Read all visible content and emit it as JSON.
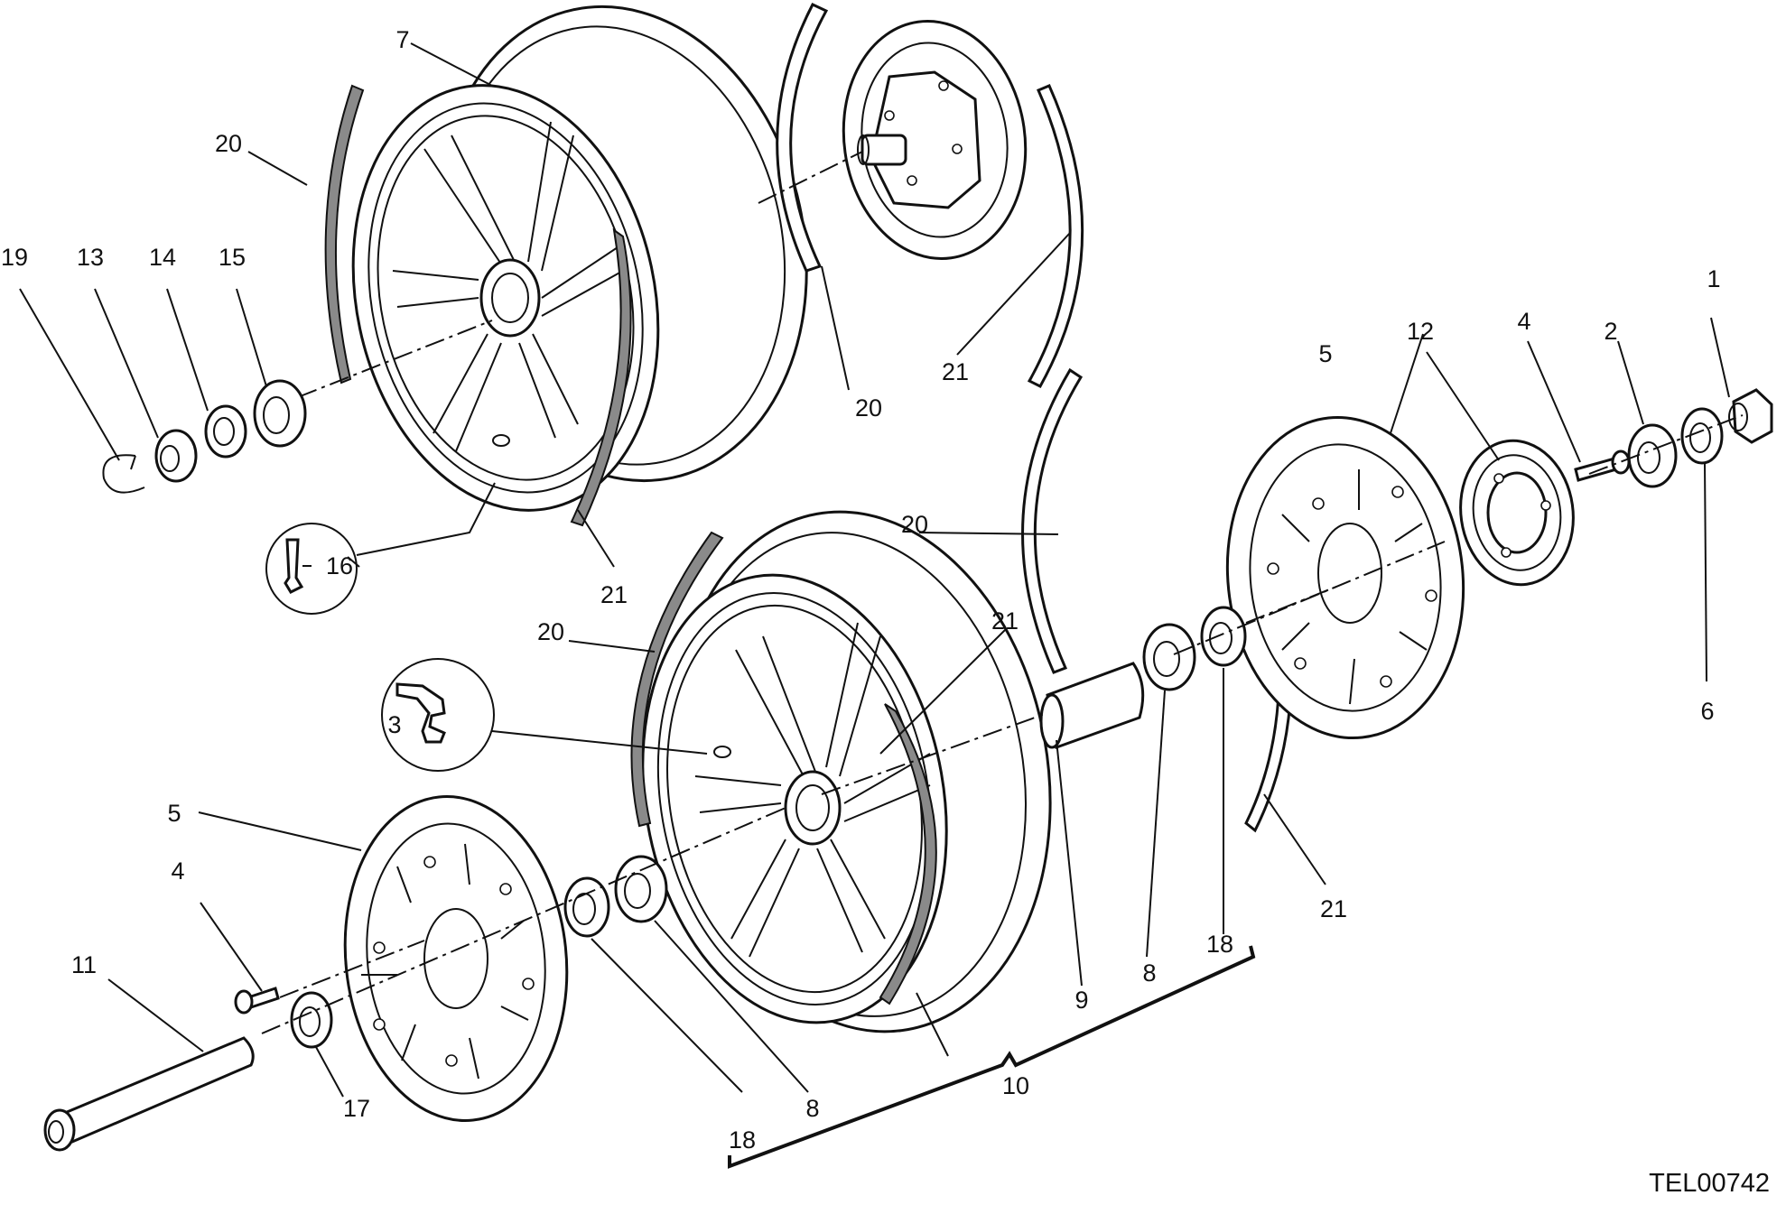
{
  "drawing_code": "TEL00742",
  "callouts": {
    "c1": "1",
    "c2": "2",
    "c3": "3",
    "c4a": "4",
    "c4b": "4",
    "c5a": "5",
    "c5b": "5",
    "c6": "6",
    "c7": "7",
    "c8a": "8",
    "c8b": "8",
    "c9": "9",
    "c10": "10",
    "c11": "11",
    "c12": "12",
    "c13": "13",
    "c14": "14",
    "c15": "15",
    "c16": "16",
    "c17": "17",
    "c18a": "18",
    "c18b": "18",
    "c19": "19",
    "c20a": "20",
    "c20b": "20",
    "c20c": "20",
    "c20d": "20",
    "c21a": "21",
    "c21b": "21",
    "c21c": "21",
    "c21d": "21"
  },
  "parts": [
    {
      "id": "rear-wheel-rim",
      "name": "rear wheel rim"
    },
    {
      "id": "front-wheel-rim",
      "name": "front wheel rim"
    },
    {
      "id": "brake-disc",
      "name": "front brake disc"
    },
    {
      "id": "rear-brake-disc",
      "name": "rear brake disc"
    },
    {
      "id": "wheel-axle",
      "name": "front wheel axle"
    },
    {
      "id": "abs-tone-ring",
      "name": "abs tone ring"
    }
  ]
}
